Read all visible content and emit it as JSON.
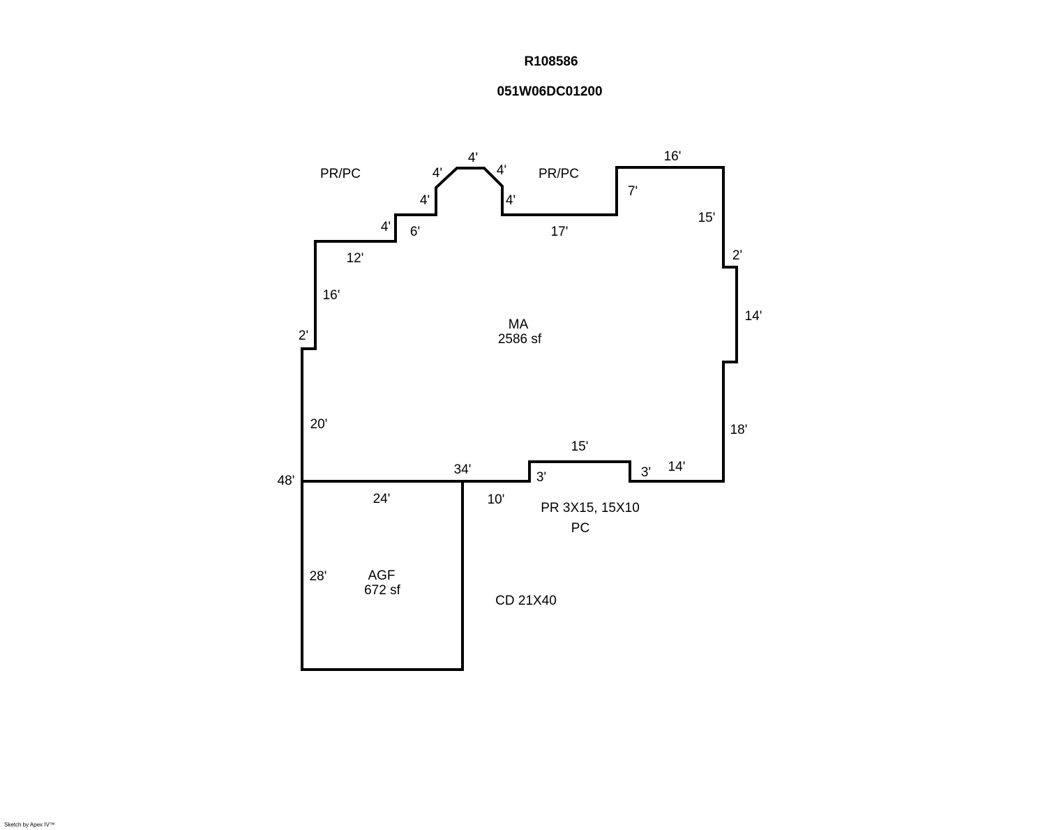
{
  "header": {
    "record_id": "R108586",
    "parcel_number": "051W06DC01200"
  },
  "areas": {
    "main": {
      "code": "MA",
      "area": "2586 sf"
    },
    "garage": {
      "code": "AGF",
      "area": "672 sf"
    }
  },
  "annotations": {
    "porch_left": "PR/PC",
    "porch_top": "PR/PC",
    "porch_rear": "PR 3X15, 15X10",
    "porch_rear_2": "PC",
    "deck": "CD 21X40"
  },
  "dimensions": [
    "4'",
    "4'",
    "4'",
    "4'",
    "4'",
    "4'",
    "6'",
    "12'",
    "16'",
    "2'",
    "20'",
    "48'",
    "17'",
    "7'",
    "16'",
    "15'",
    "2'",
    "14'",
    "18'",
    "14'",
    "3'",
    "15'",
    "3'",
    "34'",
    "10'",
    "24'",
    "28'"
  ],
  "footer": {
    "credit": "Sketch by Apex IV™"
  },
  "colors": {
    "line": "#000000",
    "background": "#ffffff"
  }
}
